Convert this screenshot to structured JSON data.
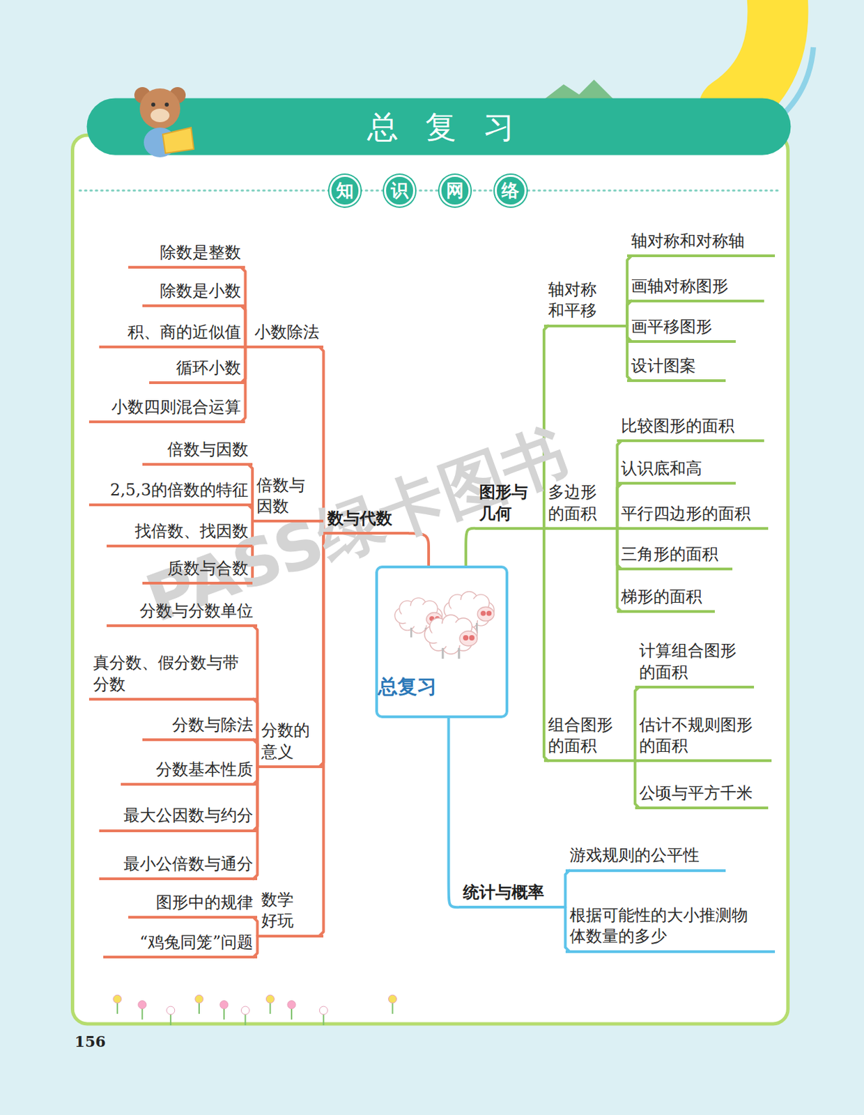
{
  "diagram": {
    "title": "总复习",
    "nodes": [
      {
        "text": [
          "知"
        ]
      },
      {
        "text": [
          "识"
        ]
      },
      {
        "text": [
          "网"
        ]
      },
      {
        "text": [
          "络"
        ]
      },
      {
        "text": [
          "总复习"
        ]
      },
      {
        "text": [
          "数与代数"
        ]
      },
      {
        "text": [
          "小数除法"
        ]
      },
      {
        "text": [
          "除数是整数"
        ]
      },
      {
        "text": [
          "除数是小数"
        ]
      },
      {
        "text": [
          "积、商的近似值"
        ]
      },
      {
        "text": [
          "循环小数"
        ]
      },
      {
        "text": [
          "小数四则混合运算"
        ]
      },
      {
        "text": [
          "倍数与因数"
        ]
      },
      {
        "text": [
          "倍数与因数"
        ]
      },
      {
        "text": [
          "2,5,3的倍数的特征"
        ]
      },
      {
        "text": [
          "找倍数、找因数"
        ]
      },
      {
        "text": [
          "质数与合数"
        ]
      },
      {
        "text": [
          "分数的意义"
        ]
      },
      {
        "text": [
          "分数与分数单位"
        ]
      },
      {
        "text": [
          "真分数、假分数与带分数"
        ]
      },
      {
        "text": [
          "分数与除法"
        ]
      },
      {
        "text": [
          "分数基本性质"
        ]
      },
      {
        "text": [
          "最大公因数与约分"
        ]
      },
      {
        "text": [
          "最小公倍数与通分"
        ]
      },
      {
        "text": [
          "数学好玩"
        ]
      },
      {
        "text": [
          "图形中的规律"
        ]
      },
      {
        "text": [
          "“鸡兔同笼”问题"
        ]
      },
      {
        "text": [
          "图形与几何"
        ]
      },
      {
        "text": [
          "轴对称和平移"
        ]
      },
      {
        "text": [
          "轴对称和对称轴"
        ]
      },
      {
        "text": [
          "画轴对称图形"
        ]
      },
      {
        "text": [
          "画平移图形"
        ]
      },
      {
        "text": [
          "设计图案"
        ]
      },
      {
        "text": [
          "多边形的面积"
        ]
      },
      {
        "text": [
          "比较图形的面积"
        ]
      },
      {
        "text": [
          "认识底和高"
        ]
      },
      {
        "text": [
          "平行四边形的面积"
        ]
      },
      {
        "text": [
          "三角形的面积"
        ]
      },
      {
        "text": [
          "梯形的面积"
        ]
      },
      {
        "text": [
          "组合图形的面积"
        ]
      },
      {
        "text": [
          "计算组合图形的面积"
        ]
      },
      {
        "text": [
          "估计不规则图形的面积"
        ]
      },
      {
        "text": [
          "公顷与平方千米"
        ]
      },
      {
        "text": [
          "统计与概率"
        ]
      },
      {
        "text": [
          "游戏规则的公平性"
        ]
      },
      {
        "text": [
          "根据可能性的大小推测物体数量的多少"
        ]
      }
    ],
    "edges": [
      {
        "from": 4,
        "to": 5,
        "arrow": "none"
      },
      {
        "from": 5,
        "to": 6,
        "arrow": "none"
      },
      {
        "from": 6,
        "to": 7,
        "arrow": "none"
      },
      {
        "from": 6,
        "to": 8,
        "arrow": "none"
      },
      {
        "from": 6,
        "to": 9,
        "arrow": "none"
      },
      {
        "from": 6,
        "to": 10,
        "arrow": "none"
      },
      {
        "from": 6,
        "to": 11,
        "arrow": "none"
      },
      {
        "from": 5,
        "to": 12,
        "arrow": "none"
      },
      {
        "from": 12,
        "to": 13,
        "arrow": "none"
      },
      {
        "from": 12,
        "to": 14,
        "arrow": "none"
      },
      {
        "from": 12,
        "to": 15,
        "arrow": "none"
      },
      {
        "from": 12,
        "to": 16,
        "arrow": "none"
      },
      {
        "from": 5,
        "to": 17,
        "arrow": "none"
      },
      {
        "from": 17,
        "to": 18,
        "arrow": "none"
      },
      {
        "from": 17,
        "to": 19,
        "arrow": "none"
      },
      {
        "from": 17,
        "to": 20,
        "arrow": "none"
      },
      {
        "from": 17,
        "to": 21,
        "arrow": "none"
      },
      {
        "from": 17,
        "to": 22,
        "arrow": "none"
      },
      {
        "from": 17,
        "to": 23,
        "arrow": "none"
      },
      {
        "from": 5,
        "to": 24,
        "arrow": "none"
      },
      {
        "from": 24,
        "to": 25,
        "arrow": "none"
      },
      {
        "from": 24,
        "to": 26,
        "arrow": "none"
      },
      {
        "from": 4,
        "to": 27,
        "arrow": "none"
      },
      {
        "from": 27,
        "to": 28,
        "arrow": "none"
      },
      {
        "from": 28,
        "to": 29,
        "arrow": "none"
      },
      {
        "from": 28,
        "to": 30,
        "arrow": "none"
      },
      {
        "from": 28,
        "to": 31,
        "arrow": "none"
      },
      {
        "from": 28,
        "to": 32,
        "arrow": "none"
      },
      {
        "from": 27,
        "to": 33,
        "arrow": "none"
      },
      {
        "from": 33,
        "to": 34,
        "arrow": "none"
      },
      {
        "from": 33,
        "to": 35,
        "arrow": "none"
      },
      {
        "from": 33,
        "to": 36,
        "arrow": "none"
      },
      {
        "from": 33,
        "to": 37,
        "arrow": "none"
      },
      {
        "from": 33,
        "to": 38,
        "arrow": "none"
      },
      {
        "from": 27,
        "to": 39,
        "arrow": "none"
      },
      {
        "from": 39,
        "to": 40,
        "arrow": "none"
      },
      {
        "from": 39,
        "to": 41,
        "arrow": "none"
      },
      {
        "from": 39,
        "to": 42,
        "arrow": "none"
      },
      {
        "from": 4,
        "to": 43,
        "arrow": "none"
      },
      {
        "from": 43,
        "to": 44,
        "arrow": "none"
      },
      {
        "from": 43,
        "to": 45,
        "arrow": "none"
      }
    ],
    "labels": [
      "156",
      "PASS绿卡图书"
    ]
  }
}
